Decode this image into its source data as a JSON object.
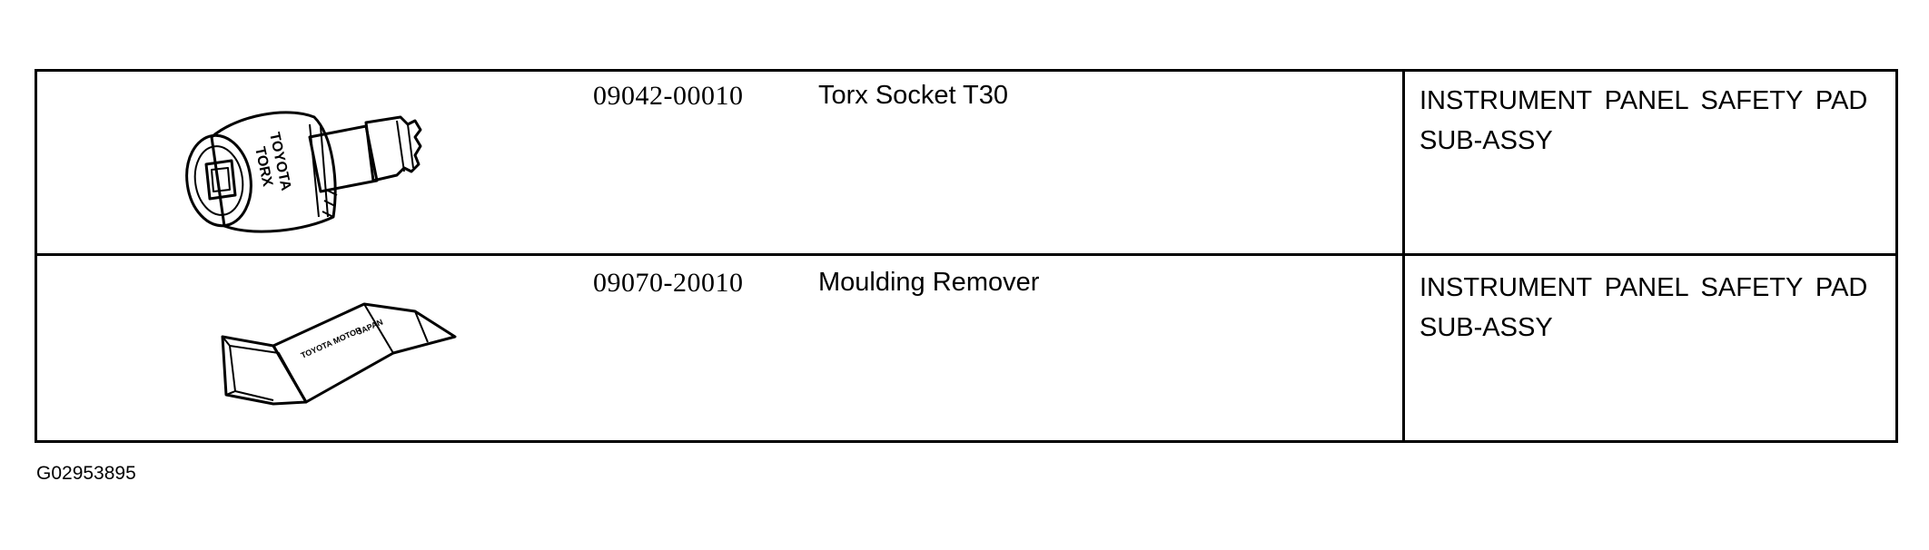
{
  "tools": [
    {
      "part_number": "09042-00010",
      "name": "Torx Socket T30",
      "usage": "INSTRUMENT PANEL SAFETY PAD SUB-ASSY",
      "icon": "torx-socket-icon",
      "engraving": [
        "TOYOTA",
        "TORX"
      ]
    },
    {
      "part_number": "09070-20010",
      "name": "Moulding Remover",
      "usage": "INSTRUMENT PANEL SAFETY PAD SUB-ASSY",
      "icon": "moulding-remover-icon",
      "engraving": [
        "TOYOTA MOTOR",
        "JAPAN"
      ]
    }
  ],
  "figure_code": "G02953895"
}
